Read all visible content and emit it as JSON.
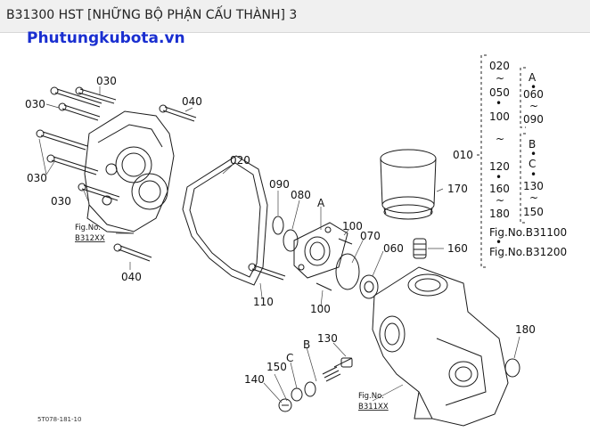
{
  "header": {
    "title": "B31300 HST [NHỮNG BỘ PHẬN CẤU THÀNH] 3"
  },
  "watermark": "Phutungkubota.vn",
  "diagram_code": "5T078-181-10",
  "fig_refs": {
    "left": [
      "Fig.No.",
      "B312XX"
    ],
    "bottom": [
      "Fig.No.",
      "B311XX"
    ]
  },
  "labels": {
    "l030a": "030",
    "l030b": "030",
    "l030c": "030",
    "l030d": "030",
    "l040a": "040",
    "l040b": "040",
    "l020": "020",
    "l090": "090",
    "l080": "080",
    "lA": "A",
    "l100a": "100",
    "l100b": "100",
    "l070": "070",
    "l060": "060",
    "l110": "110",
    "l170": "170",
    "l160": "160",
    "l010": "010",
    "l180": "180",
    "l130": "130",
    "lB": "B",
    "lC": "C",
    "l150": "150",
    "l140": "140"
  },
  "legend": {
    "c1": [
      "020",
      "~",
      "050",
      "•",
      "100"
    ],
    "c2": [
      "A",
      "•",
      "060",
      "~",
      "090"
    ],
    "c3": [
      "~",
      "120",
      "•",
      "160",
      "~",
      "180"
    ],
    "c4": [
      "B",
      "•",
      "C",
      "•",
      "130",
      "~",
      "150"
    ],
    "fig1": "Fig.No.B31100",
    "dot": "•",
    "fig2": "Fig.No.B31200"
  }
}
